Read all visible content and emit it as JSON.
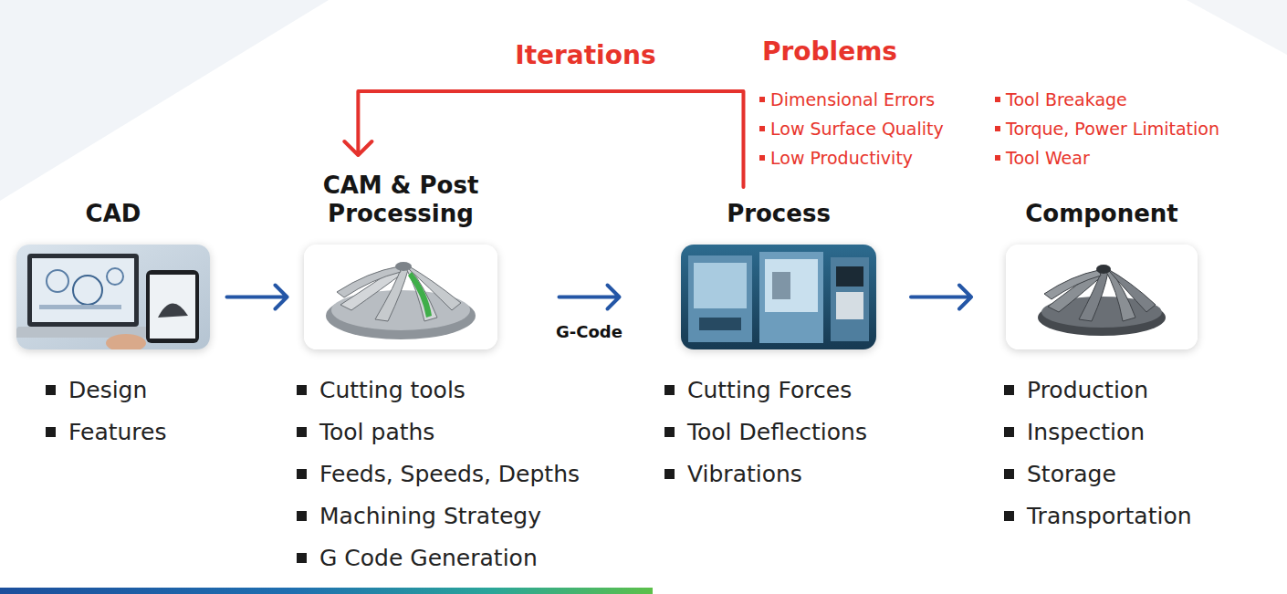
{
  "diagram": {
    "nodes": [
      {
        "text": [
          "CAD",
          "Design",
          "Features"
        ]
      },
      {
        "text": [
          "CAM & Post Processing",
          "Cutting tools",
          "Tool paths",
          "Feeds, Speeds, Depths",
          "Machining Strategy",
          "G Code Generation"
        ]
      },
      {
        "text": [
          "Process",
          "Cutting Forces",
          "Tool Deflections",
          "Vibrations"
        ]
      },
      {
        "text": [
          "Component",
          "Production",
          "Inspection",
          "Storage",
          "Transportation"
        ]
      }
    ],
    "edges": [
      {
        "from": 0,
        "to": 1,
        "arrow": "to"
      },
      {
        "from": 1,
        "to": 2,
        "arrow": "to",
        "label": "G-Code"
      },
      {
        "from": 2,
        "to": 3,
        "arrow": "to"
      },
      {
        "from": 2,
        "to": 1,
        "arrow": "to",
        "label": "Iterations"
      }
    ],
    "labels": [
      "Problems",
      "Dimensional Errors",
      "Low Surface Quality",
      "Low Productivity",
      "Tool Breakage",
      "Torque, Power Limitation",
      "Tool Wear"
    ]
  }
}
